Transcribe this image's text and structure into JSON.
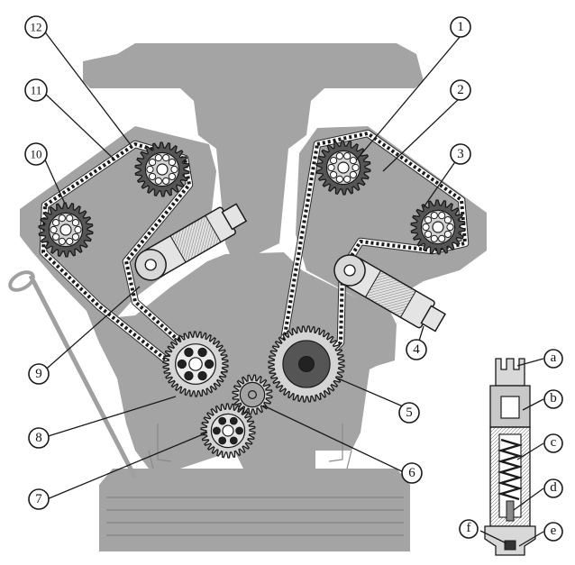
{
  "palette": {
    "engine_fill": "#a4a4a4",
    "engine_dark": "#8a8a8a",
    "gear_light": "#d4d4d4",
    "gear_dark": "#555555",
    "line": "#1a1a1a"
  },
  "callouts": {
    "c1": "1",
    "c2": "2",
    "c3": "3",
    "c4": "4",
    "c5": "5",
    "c6": "6",
    "c7": "7",
    "c8": "8",
    "c9": "9",
    "c10": "10",
    "c11": "11",
    "c12": "12",
    "ca": "a",
    "cb": "b",
    "cc": "c",
    "cd": "d",
    "ce": "e",
    "cf": "f"
  },
  "icons": {
    "engine": "v-engine-silhouette",
    "sprocket": "cam-sprocket-icon",
    "gear": "spur-gear-icon",
    "tensioner": "chain-tensioner-icon",
    "dipstick": "dipstick-icon"
  }
}
